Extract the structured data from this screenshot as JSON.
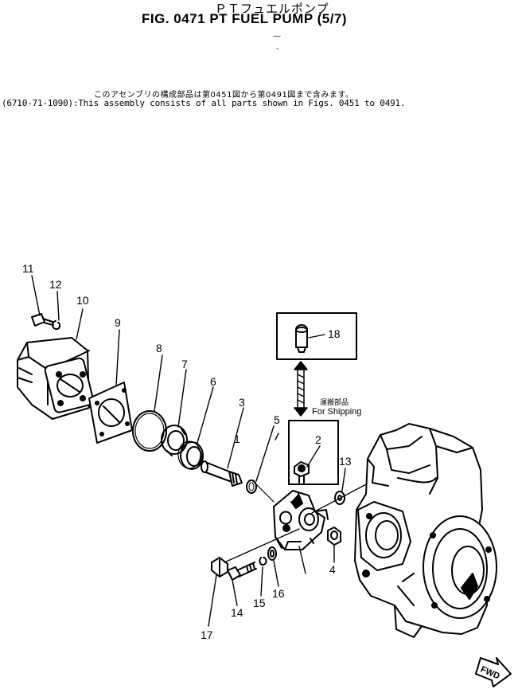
{
  "header": {
    "title_jp": "ＰＴフュエルポンプ",
    "title_en": "FIG. 0471  PT FUEL PUMP (5/7)",
    "serial_dash": "—",
    "serial_dot": "-"
  },
  "note": {
    "jp": "このアセンブリの構成部品は第0451図から第0491図まで含みます。",
    "en": "(6710-71-1090):This assembly consists of all parts shown in Figs. 0451 to 0491."
  },
  "shipping": {
    "label_jp": "運搬部品",
    "label_en": "For Shipping"
  },
  "fwd_label": "FWD",
  "callouts": [
    "1",
    "2",
    "3",
    "4",
    "5",
    "6",
    "7",
    "8",
    "9",
    "10",
    "11",
    "12",
    "13",
    "14",
    "15",
    "16",
    "17",
    "18"
  ]
}
